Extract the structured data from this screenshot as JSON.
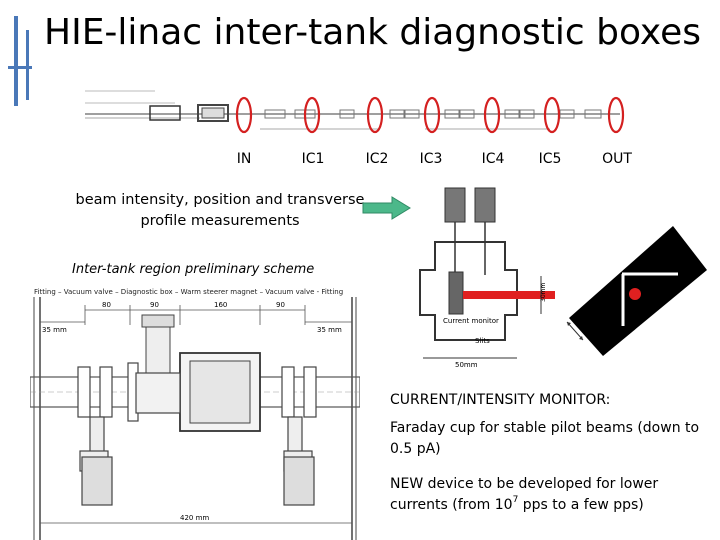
{
  "slide": {
    "title": "HIE-linac inter-tank diagnostic boxes"
  },
  "colors": {
    "accent_bar": "#4a78b8",
    "highlight_red": "#d42020",
    "arrow_green": "#4cb88a"
  },
  "beamline": {
    "stations": [
      "IN",
      "IC1",
      "IC2",
      "IC3",
      "IC4",
      "IC5",
      "OUT"
    ]
  },
  "captions": {
    "beam_measurements": "beam intensity, position and transverse profile measurements",
    "inter_tank_scheme": "Inter-tank region preliminary scheme"
  },
  "drawing": {
    "header_text": "Fitting – Vacuum valve – Diagnostic box – Warm steerer magnet – Vacuum valve - Fitting",
    "dims_top": [
      "80",
      "90",
      "160",
      "90"
    ],
    "dim_left": "35 mm",
    "dim_right": "35 mm",
    "dim_bottom": "420 mm"
  },
  "monitor_diagram": {
    "current_monitor_label": "Current monitor",
    "slits_label": "Slits",
    "dim_width": "50mm",
    "dim_height": "30mm"
  },
  "monitor": {
    "heading": "CURRENT/INTENSITY MONITOR:",
    "p1": "Faraday cup for stable pilot beams (down to 0.5 pA)",
    "p2_prefix": "NEW device to be developed for lower currents (from 10",
    "p2_sup": "7",
    "p2_suffix": " pps to a few pps)"
  }
}
